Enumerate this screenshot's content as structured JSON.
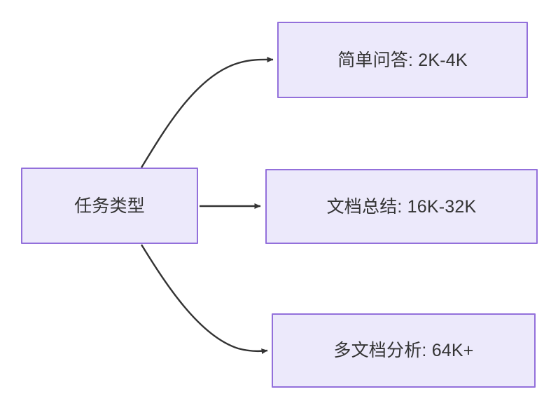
{
  "diagram": {
    "type": "flowchart",
    "direction": "left-to-right",
    "background_color": "#ffffff",
    "node_fill_color": "#ece9fb",
    "node_border_color": "#9370db",
    "node_text_color": "#333333",
    "edge_color": "#333333",
    "source_node": {
      "id": "task-type",
      "label": "任务类型"
    },
    "target_nodes": [
      {
        "id": "simple-qa",
        "label": "简单问答: 2K-4K"
      },
      {
        "id": "doc-summary",
        "label": "文档总结: 16K-32K"
      },
      {
        "id": "multi-doc-analysis",
        "label": "多文档分析: 64K+"
      }
    ],
    "edges": [
      {
        "from": "task-type",
        "to": "simple-qa",
        "style": "curved",
        "arrow": "filled-triangle"
      },
      {
        "from": "task-type",
        "to": "doc-summary",
        "style": "straight",
        "arrow": "filled-triangle"
      },
      {
        "from": "task-type",
        "to": "multi-doc-analysis",
        "style": "curved",
        "arrow": "filled-triangle"
      }
    ]
  }
}
